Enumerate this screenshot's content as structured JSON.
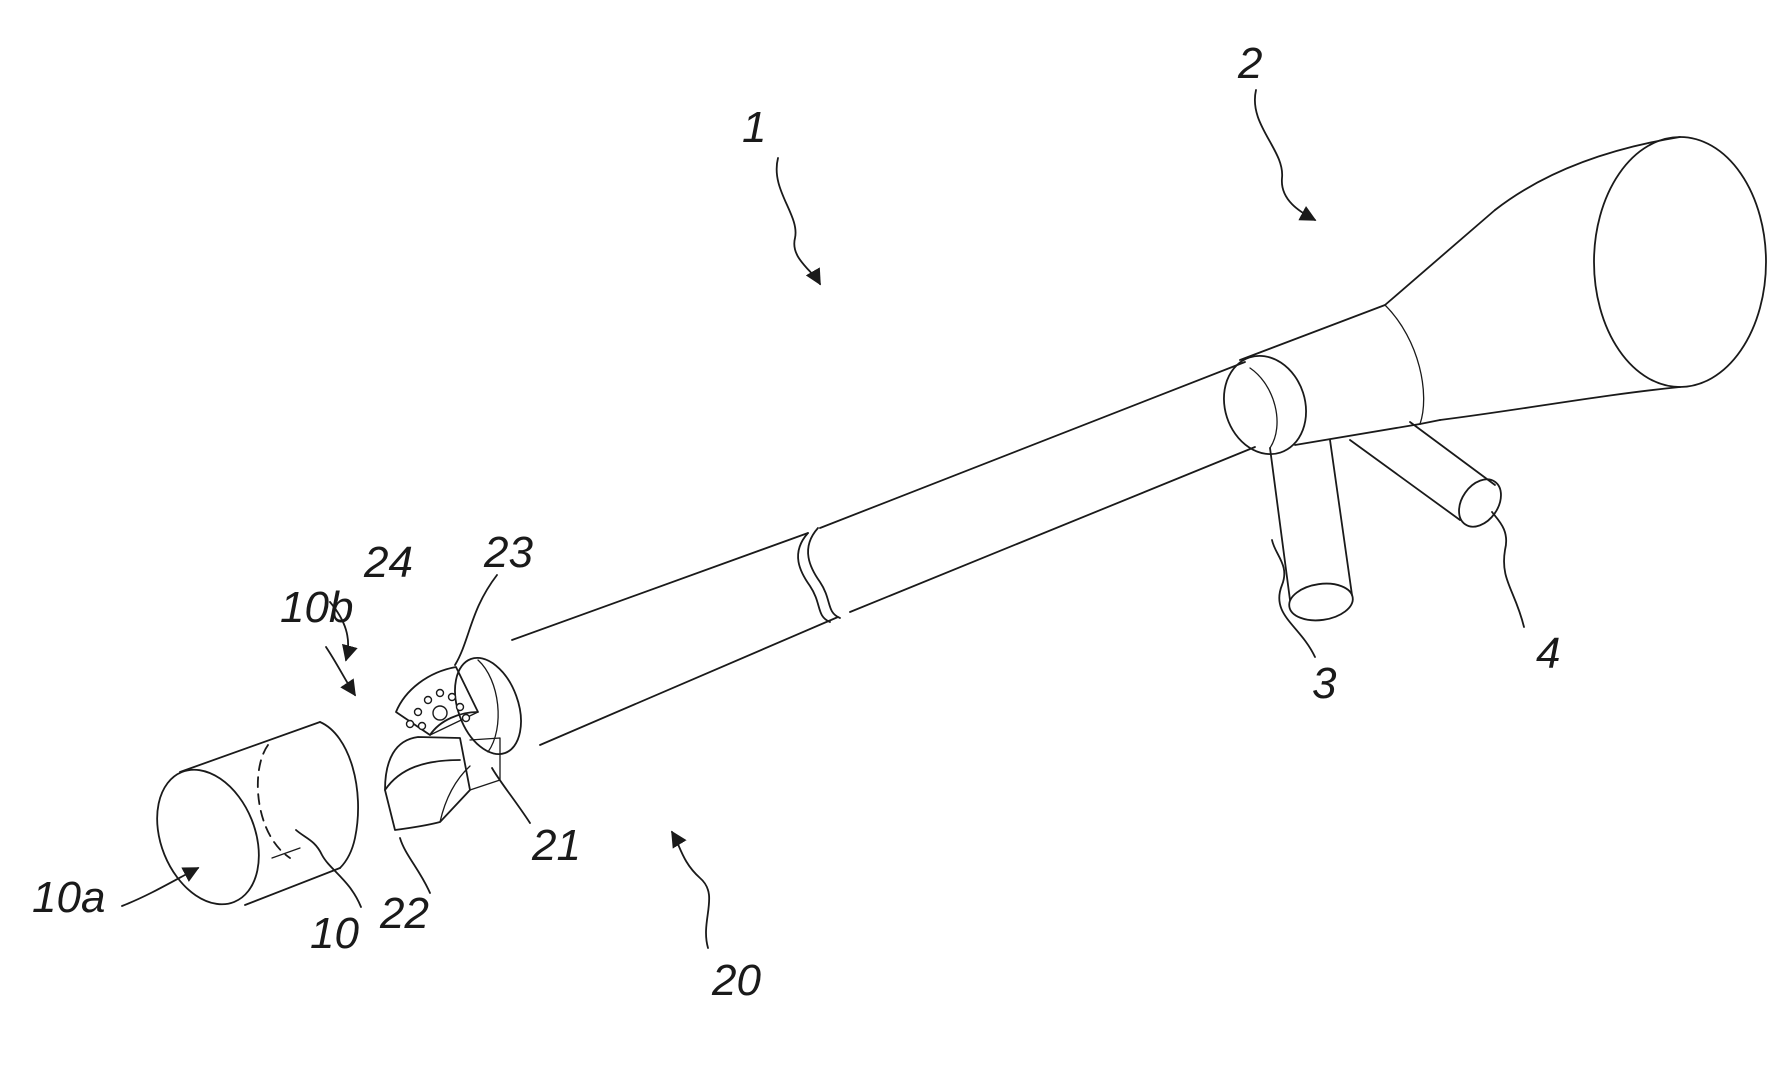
{
  "figure": {
    "labels": {
      "instrument": "1",
      "handle": "2",
      "port_a": "3",
      "port_b": "4",
      "cap": "10",
      "cap_front": "10a",
      "cap_back": "10b",
      "tip_assembly": "20",
      "tip_ring": "21",
      "scoop": "22",
      "center_hole": "23",
      "vent_holes": "24"
    }
  }
}
